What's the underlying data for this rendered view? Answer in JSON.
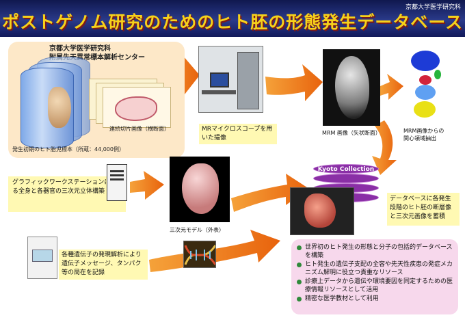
{
  "header": {
    "institution": "京都大学医学研究科",
    "title": "ポストゲノム研究のためのヒト胚の形態発生データベース"
  },
  "specimen": {
    "lab_line1": "京都大学医学研究科",
    "lab_line2": "附属先天異常標本解析センター",
    "slice_caption": "連続切片画像（横断面）",
    "specimen_caption": "発生初期のヒト胎児標本（所蔵：44,000例）"
  },
  "mr": {
    "caption": "MRマイクロスコープを用いた撮像"
  },
  "mrm": {
    "caption": "MRM 画像（矢状断面）"
  },
  "region": {
    "caption_line1": "MRM画像からの",
    "caption_line2": "関心領域抽出"
  },
  "workstation": {
    "caption": "グラフィックワークステーションによる全身と各器官の三次元立体構築"
  },
  "model": {
    "caption": "三次元モデル（外表）"
  },
  "kyoto": {
    "label": "Kyoto Collection",
    "caption": "データベースに各発生段階のヒト胚の断層像と三次元画像を蓄積"
  },
  "gene": {
    "caption": "各種遺伝子の発現解析により遺伝子メッセージ、タンパク等の局在を記録"
  },
  "goals": {
    "items": [
      "世界初のヒト発生の形態と分子の包括的データベースを構築",
      "ヒト発生の遺伝子支配の全容や先天性疾患の発症メカニズム解明に役立つ貴重なリソース",
      "診療上データから遺伝や環境要因を同定するための医療情報リソースとして活用",
      "精密な医学教材として利用"
    ]
  },
  "colors": {
    "header_bg": "#1c2670",
    "title_text": "#f7d21a",
    "arrow": "#f07c16",
    "caption_bg": "#fff9b3",
    "specimen_panel": "#fde8c8",
    "goals_panel": "#f7d8ec",
    "collection": "#8a2fa6"
  }
}
